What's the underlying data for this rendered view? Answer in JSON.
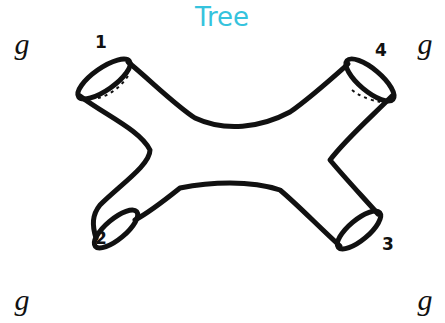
{
  "diagram": {
    "title": "Tree",
    "labels": [
      "g",
      "1",
      "4",
      "g",
      "2",
      "3",
      "g",
      "g"
    ]
  }
}
